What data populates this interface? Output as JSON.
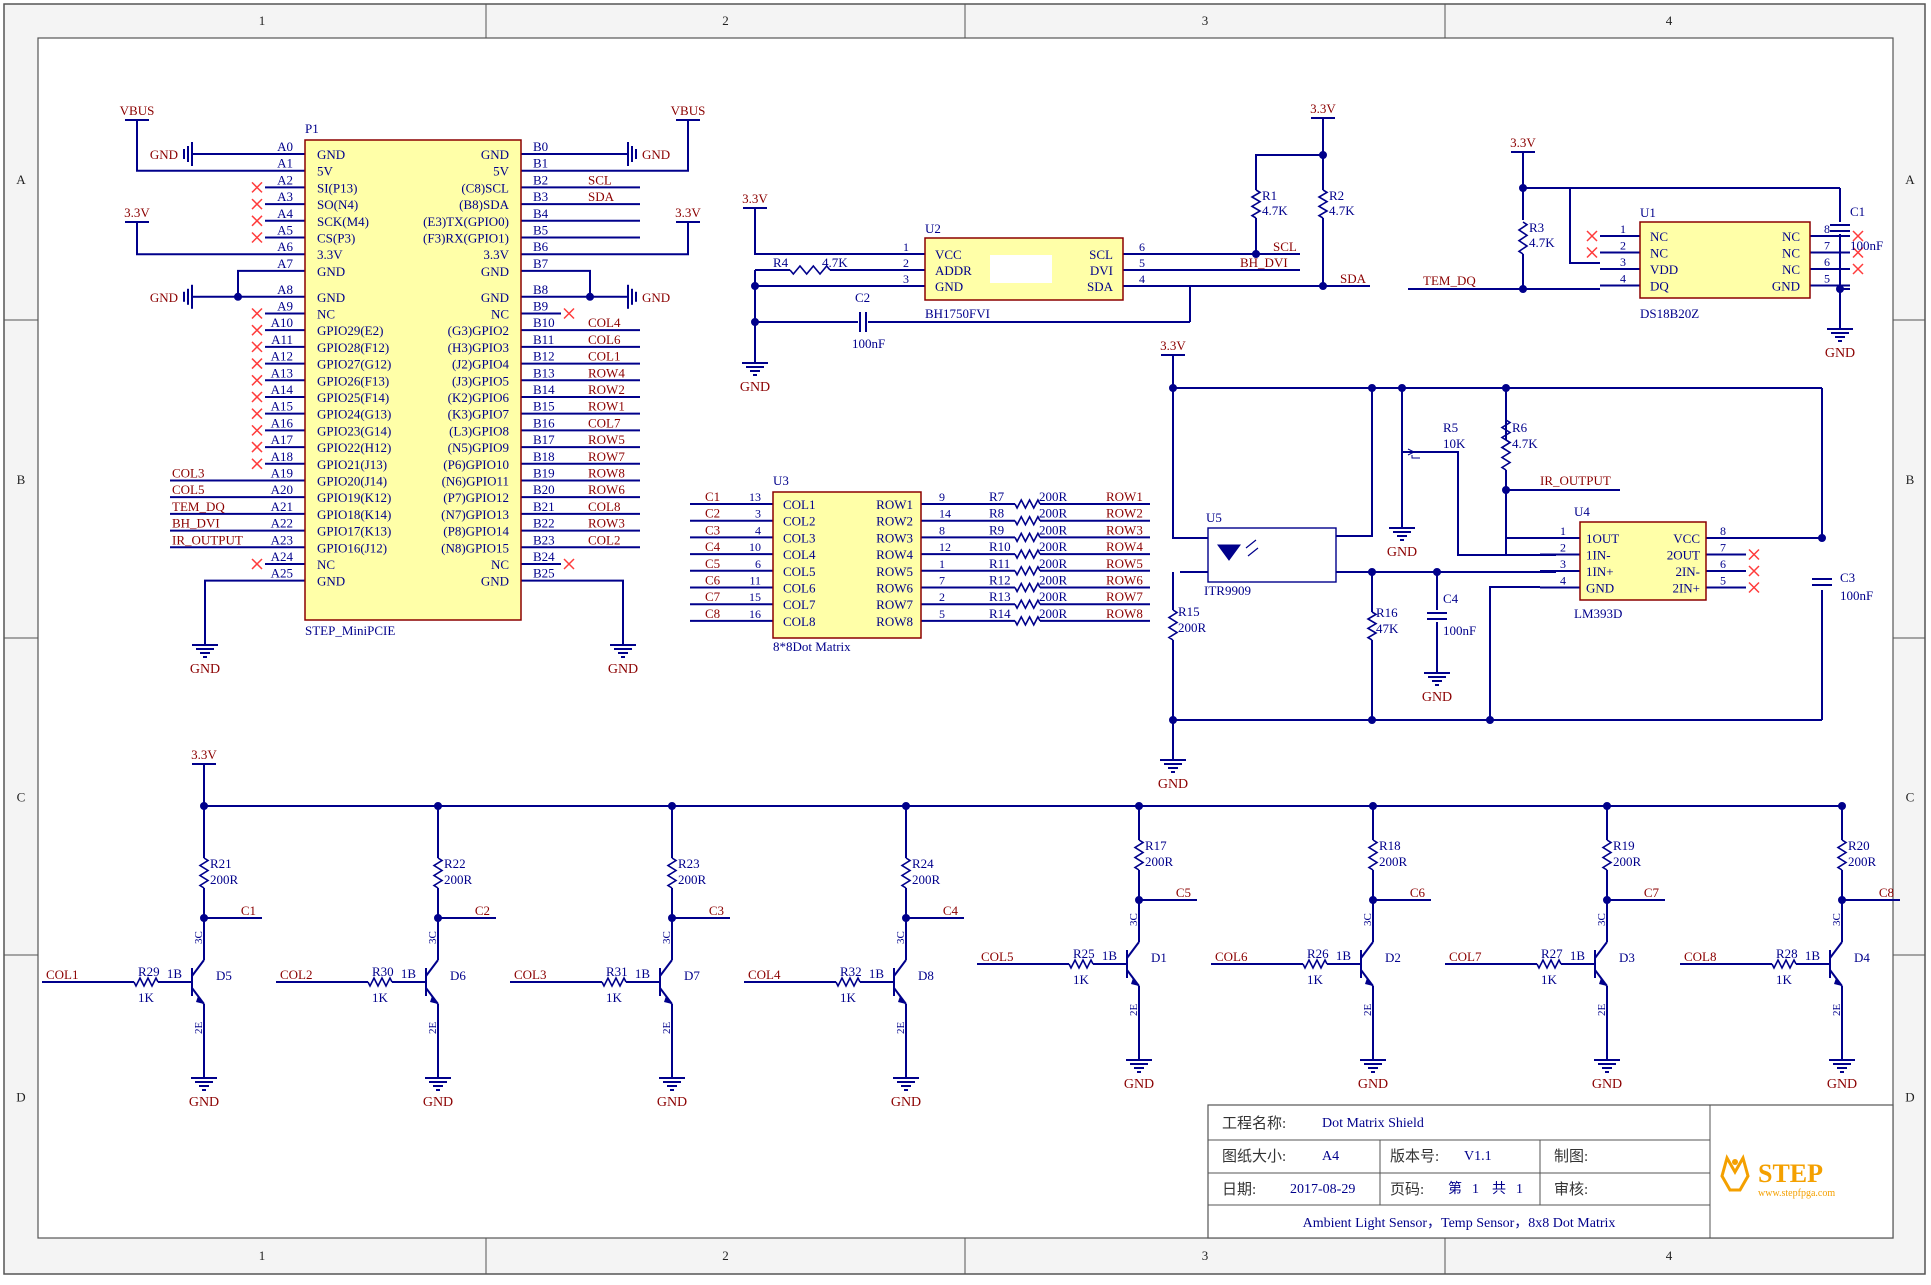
{
  "frame": {
    "cols": [
      "1",
      "2",
      "3",
      "4"
    ],
    "rows": [
      "A",
      "B",
      "C",
      "D"
    ]
  },
  "p1": {
    "ref": "P1",
    "name": "STEP_MiniPCIE",
    "left": [
      [
        "A0",
        "GND"
      ],
      [
        "A1",
        "5V"
      ],
      [
        "A2",
        "SI(P13)"
      ],
      [
        "A3",
        "SO(N4)"
      ],
      [
        "A4",
        "SCK(M4)"
      ],
      [
        "A5",
        "CS(P3)"
      ],
      [
        "A6",
        "3.3V"
      ],
      [
        "A7",
        "GND"
      ],
      [
        "A8",
        "GND"
      ],
      [
        "A9",
        "NC"
      ],
      [
        "A10",
        "GPIO29(E2)"
      ],
      [
        "A11",
        "GPIO28(F12)"
      ],
      [
        "A12",
        "GPIO27(G12)"
      ],
      [
        "A13",
        "GPIO26(F13)"
      ],
      [
        "A14",
        "GPIO25(F14)"
      ],
      [
        "A15",
        "GPIO24(G13)"
      ],
      [
        "A16",
        "GPIO23(G14)"
      ],
      [
        "A17",
        "GPIO22(H12)"
      ],
      [
        "A18",
        "GPIO21(J13)"
      ],
      [
        "A19",
        "GPIO20(J14)"
      ],
      [
        "A20",
        "GPIO19(K12)"
      ],
      [
        "A21",
        "GPIO18(K14)"
      ],
      [
        "A22",
        "GPIO17(K13)"
      ],
      [
        "A23",
        "GPIO16(J12)"
      ],
      [
        "A24",
        "NC"
      ],
      [
        "A25",
        "GND"
      ]
    ],
    "right": [
      [
        "B0",
        "GND"
      ],
      [
        "B1",
        "5V"
      ],
      [
        "B2",
        "(C8)SCL"
      ],
      [
        "B3",
        "(B8)SDA"
      ],
      [
        "B4",
        "(E3)TX(GPIO0)"
      ],
      [
        "B5",
        "(F3)RX(GPIO1)"
      ],
      [
        "B6",
        "3.3V"
      ],
      [
        "B7",
        "GND"
      ],
      [
        "B8",
        "GND"
      ],
      [
        "B9",
        "NC"
      ],
      [
        "B10",
        "(G3)GPIO2"
      ],
      [
        "B11",
        "(H3)GPIO3"
      ],
      [
        "B12",
        "(J2)GPIO4"
      ],
      [
        "B13",
        "(J3)GPIO5"
      ],
      [
        "B14",
        "(K2)GPIO6"
      ],
      [
        "B15",
        "(K3)GPIO7"
      ],
      [
        "B16",
        "(L3)GPIO8"
      ],
      [
        "B17",
        "(N5)GPIO9"
      ],
      [
        "B18",
        "(P6)GPIO10"
      ],
      [
        "B19",
        "(N6)GPIO11"
      ],
      [
        "B20",
        "(P7)GPIO12"
      ],
      [
        "B21",
        "(N7)GPIO13"
      ],
      [
        "B22",
        "(P8)GPIO14"
      ],
      [
        "B23",
        "(N8)GPIO15"
      ],
      [
        "B24",
        "NC"
      ],
      [
        "B25",
        "GND"
      ]
    ],
    "left_nets": {
      "19": "COL3",
      "20": "COL5",
      "21": "TEM_DQ",
      "22": "BH_DVI",
      "23": "IR_OUTPUT"
    },
    "right_nets": {
      "2": "SCL",
      "3": "SDA",
      "10": "COL4",
      "11": "COL6",
      "12": "COL1",
      "13": "ROW4",
      "14": "ROW2",
      "15": "ROW1",
      "16": "COL7",
      "17": "ROW5",
      "18": "ROW7",
      "19": "ROW8",
      "20": "ROW6",
      "21": "COL8",
      "22": "ROW3",
      "23": "COL2"
    }
  },
  "labels": {
    "vbus": "VBUS",
    "v33": "3.3V",
    "gnd": "GND"
  },
  "u2": {
    "ref": "U2",
    "name": "BH1750FVI",
    "l": [
      [
        "1",
        "VCC"
      ],
      [
        "2",
        "ADDR"
      ],
      [
        "3",
        "GND"
      ]
    ],
    "r": [
      [
        "6",
        "SCL"
      ],
      [
        "5",
        "DVI"
      ],
      [
        "4",
        "SDA"
      ]
    ],
    "r4": "R4",
    "r4v": "4.7K",
    "c2": "C2",
    "c2v": "100nF",
    "r1": "R1",
    "r1v": "4.7K",
    "r2": "R2",
    "r2v": "4.7K",
    "scl": "SCL",
    "dvi": "BH_DVI",
    "sda": "SDA"
  },
  "u1": {
    "ref": "U1",
    "name": "DS18B20Z",
    "l": [
      [
        "1",
        "NC"
      ],
      [
        "2",
        "NC"
      ],
      [
        "3",
        "VDD"
      ],
      [
        "4",
        "DQ"
      ]
    ],
    "r": [
      [
        "8",
        "NC"
      ],
      [
        "7",
        "NC"
      ],
      [
        "6",
        "NC"
      ],
      [
        "5",
        "GND"
      ]
    ],
    "r3": "R3",
    "r3v": "4.7K",
    "c1": "C1",
    "c1v": "100nF",
    "tem": "TEM_DQ"
  },
  "u3": {
    "ref": "U3",
    "name": "8*8Dot Matrix",
    "cols": [
      [
        "C1",
        "13",
        "COL1"
      ],
      [
        "C2",
        "3",
        "COL2"
      ],
      [
        "C3",
        "4",
        "COL3"
      ],
      [
        "C4",
        "10",
        "COL4"
      ],
      [
        "C5",
        "6",
        "COL5"
      ],
      [
        "C6",
        "11",
        "COL6"
      ],
      [
        "C7",
        "15",
        "COL7"
      ],
      [
        "C8",
        "16",
        "COL8"
      ]
    ],
    "rows": [
      [
        "ROW1",
        "9",
        "R7",
        "ROW1"
      ],
      [
        "ROW2",
        "14",
        "R8",
        "ROW2"
      ],
      [
        "ROW3",
        "8",
        "R9",
        "ROW3"
      ],
      [
        "ROW4",
        "12",
        "R10",
        "ROW4"
      ],
      [
        "ROW5",
        "1",
        "R11",
        "ROW5"
      ],
      [
        "ROW6",
        "7",
        "R12",
        "ROW6"
      ],
      [
        "ROW7",
        "2",
        "R13",
        "ROW7"
      ],
      [
        "ROW8",
        "5",
        "R14",
        "ROW8"
      ]
    ],
    "rval": "200R"
  },
  "ir": {
    "u5": "U5",
    "u5name": "ITR9909",
    "u4": "U4",
    "u4name": "LM393D",
    "u4l": [
      [
        "1",
        "1OUT"
      ],
      [
        "2",
        "1IN-"
      ],
      [
        "3",
        "1IN+"
      ],
      [
        "4",
        "GND"
      ]
    ],
    "u4r": [
      [
        "8",
        "VCC"
      ],
      [
        "7",
        "2OUT"
      ],
      [
        "6",
        "2IN-"
      ],
      [
        "5",
        "2IN+"
      ]
    ],
    "r5": "R5",
    "r5v": "10K",
    "r6": "R6",
    "r6v": "4.7K",
    "r15": "R15",
    "r15v": "200R",
    "r16": "R16",
    "r16v": "47K",
    "c4": "C4",
    "c4v": "100nF",
    "c3": "C3",
    "c3v": "100nF",
    "irout": "IR_OUTPUT"
  },
  "drivers": [
    {
      "rt": "R21",
      "net": "C1",
      "rb": "R29",
      "col": "COL1",
      "d": "D5"
    },
    {
      "rt": "R22",
      "net": "C2",
      "rb": "R30",
      "col": "COL2",
      "d": "D6"
    },
    {
      "rt": "R23",
      "net": "C3",
      "rb": "R31",
      "col": "COL3",
      "d": "D7"
    },
    {
      "rt": "R24",
      "net": "C4",
      "rb": "R32",
      "col": "COL4",
      "d": "D8"
    },
    {
      "rt": "R17",
      "net": "C5",
      "rb": "R25",
      "col": "COL5",
      "d": "D1"
    },
    {
      "rt": "R18",
      "net": "C6",
      "rb": "R26",
      "col": "COL6",
      "d": "D2"
    },
    {
      "rt": "R19",
      "net": "C7",
      "rb": "R27",
      "col": "COL7",
      "d": "D3"
    },
    {
      "rt": "R20",
      "net": "C8",
      "rb": "R28",
      "col": "COL8",
      "d": "D4"
    }
  ],
  "drv": {
    "rtop": "200R",
    "rbase": "1K",
    "b": "1B",
    "c": "3C",
    "e": "2E"
  },
  "title": {
    "k1": "工程名称:",
    "v1": "Dot Matrix Shield",
    "k2": "图纸大小:",
    "v2": "A4",
    "k3": "版本号:",
    "v3": "V1.1",
    "k4": "制图:",
    "k5": "日期:",
    "v5": "2017-08-29",
    "k6": "页码:",
    "k6a": "第",
    "k6b": "1",
    "k6c": "共",
    "k6d": "1",
    "k7": "审核:",
    "desc": "Ambient Light Sensor，Temp Sensor，8x8 Dot Matrix",
    "logo": "STEP",
    "url": "www.stepfpga.com"
  },
  "colors": {
    "wire": "#00008b",
    "net": "#8b0000",
    "comp": "#ffffa8",
    "compStroke": "#8b0000",
    "frame": "#444444",
    "accent": "#f4a000"
  }
}
